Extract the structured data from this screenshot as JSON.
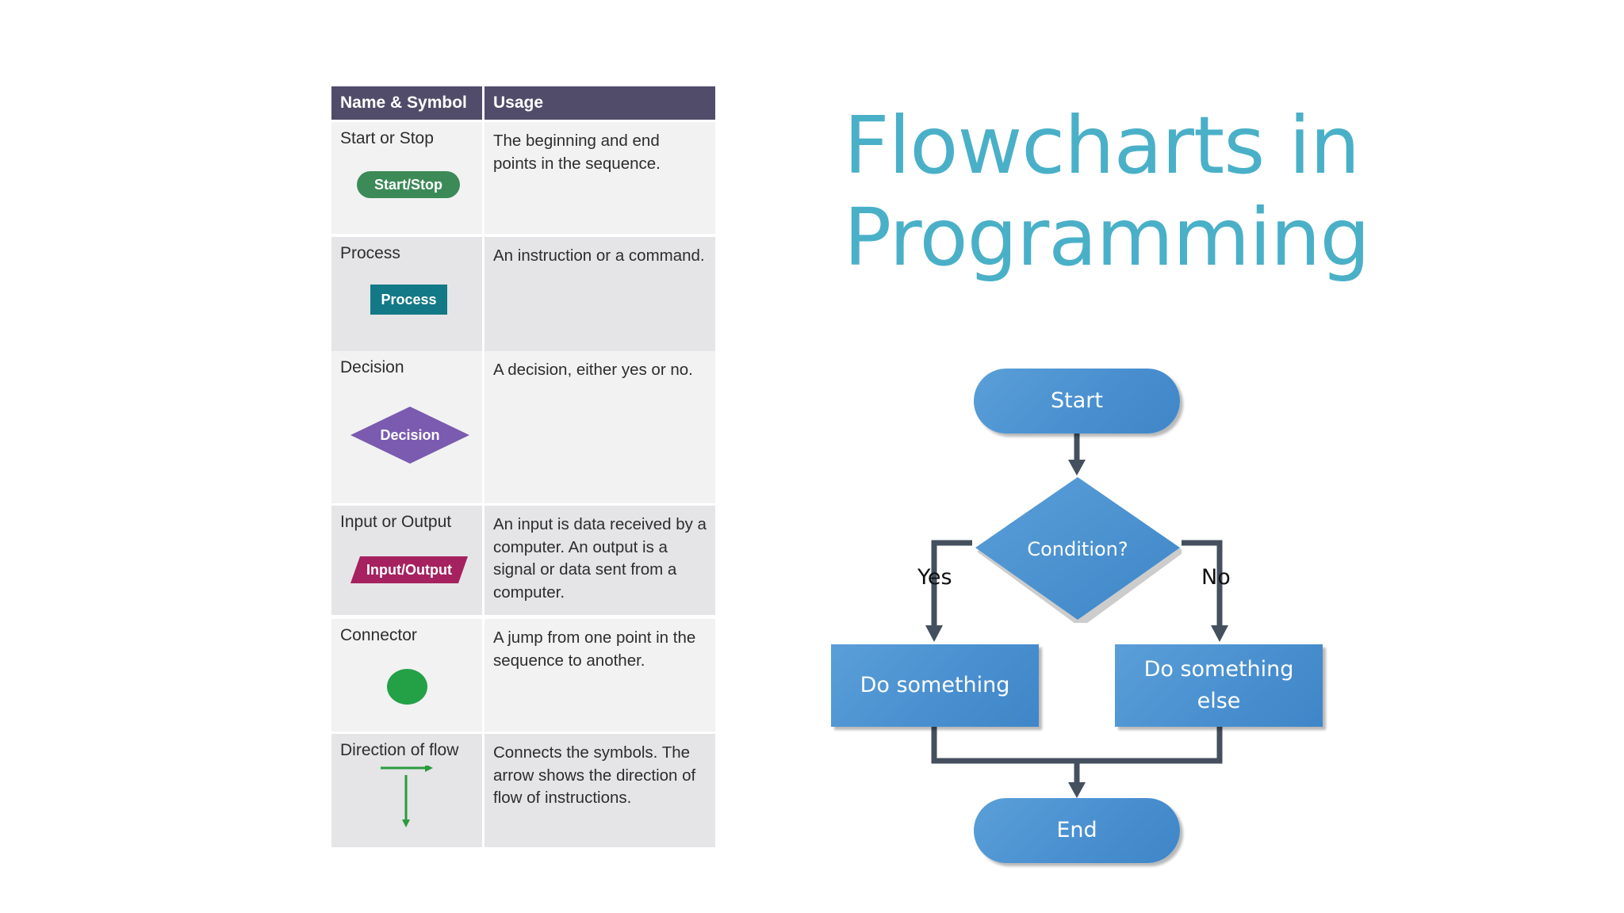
{
  "table": {
    "header": {
      "name": "Name & Symbol",
      "usage": "Usage"
    },
    "rows": [
      {
        "name": "Start or Stop",
        "symbol_label": "Start/Stop",
        "symbol_color": "#3c8a57",
        "usage": "The beginning and end points in the sequence."
      },
      {
        "name": "Process",
        "symbol_label": "Process",
        "symbol_color": "#147987",
        "usage": "An instruction or a command."
      },
      {
        "name": "Decision",
        "symbol_label": "Decision",
        "symbol_color": "#7a5bb0",
        "usage": "A decision, either yes or no."
      },
      {
        "name": "Input or Output",
        "symbol_label": "Input/Output",
        "symbol_color": "#a5215f",
        "usage": "An input is data received by a computer. An output is a signal or data sent from a computer."
      },
      {
        "name": "Connector",
        "symbol_color": "#24a046",
        "usage": "A jump from one point in the sequence to another."
      },
      {
        "name": "Direction of flow",
        "symbol_color": "#2a9b3f",
        "usage": "Connects the symbols. The arrow shows the direction of flow of instructions."
      }
    ]
  },
  "title": {
    "line1": "Flowcharts in",
    "line2": "Programming",
    "color": "#4ab0c8"
  },
  "flowchart": {
    "start": "Start",
    "condition": "Condition?",
    "yes_label": "Yes",
    "no_label": "No",
    "do_something": "Do something",
    "do_something_else": "Do something else",
    "end": "End",
    "node_color": "#4a90d0",
    "line_color": "#44505e"
  }
}
